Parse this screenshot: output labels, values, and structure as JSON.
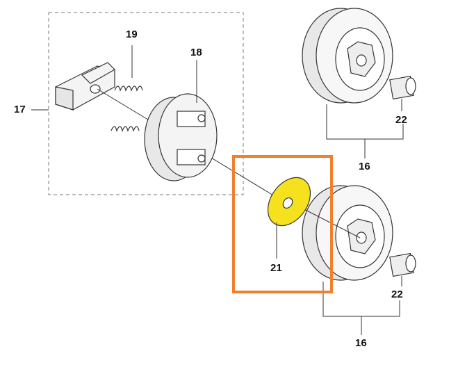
{
  "labels": {
    "part17": "17",
    "part19": "19",
    "part18": "18",
    "part16_top": "16",
    "part22_top": "22",
    "part21": "21",
    "part22_bottom": "22",
    "part16_bottom": "16"
  },
  "colors": {
    "highlight_box": "#f07f2e",
    "washer": "#f5e11e",
    "line": "#333333",
    "part_fill": "#f4f4f4"
  }
}
